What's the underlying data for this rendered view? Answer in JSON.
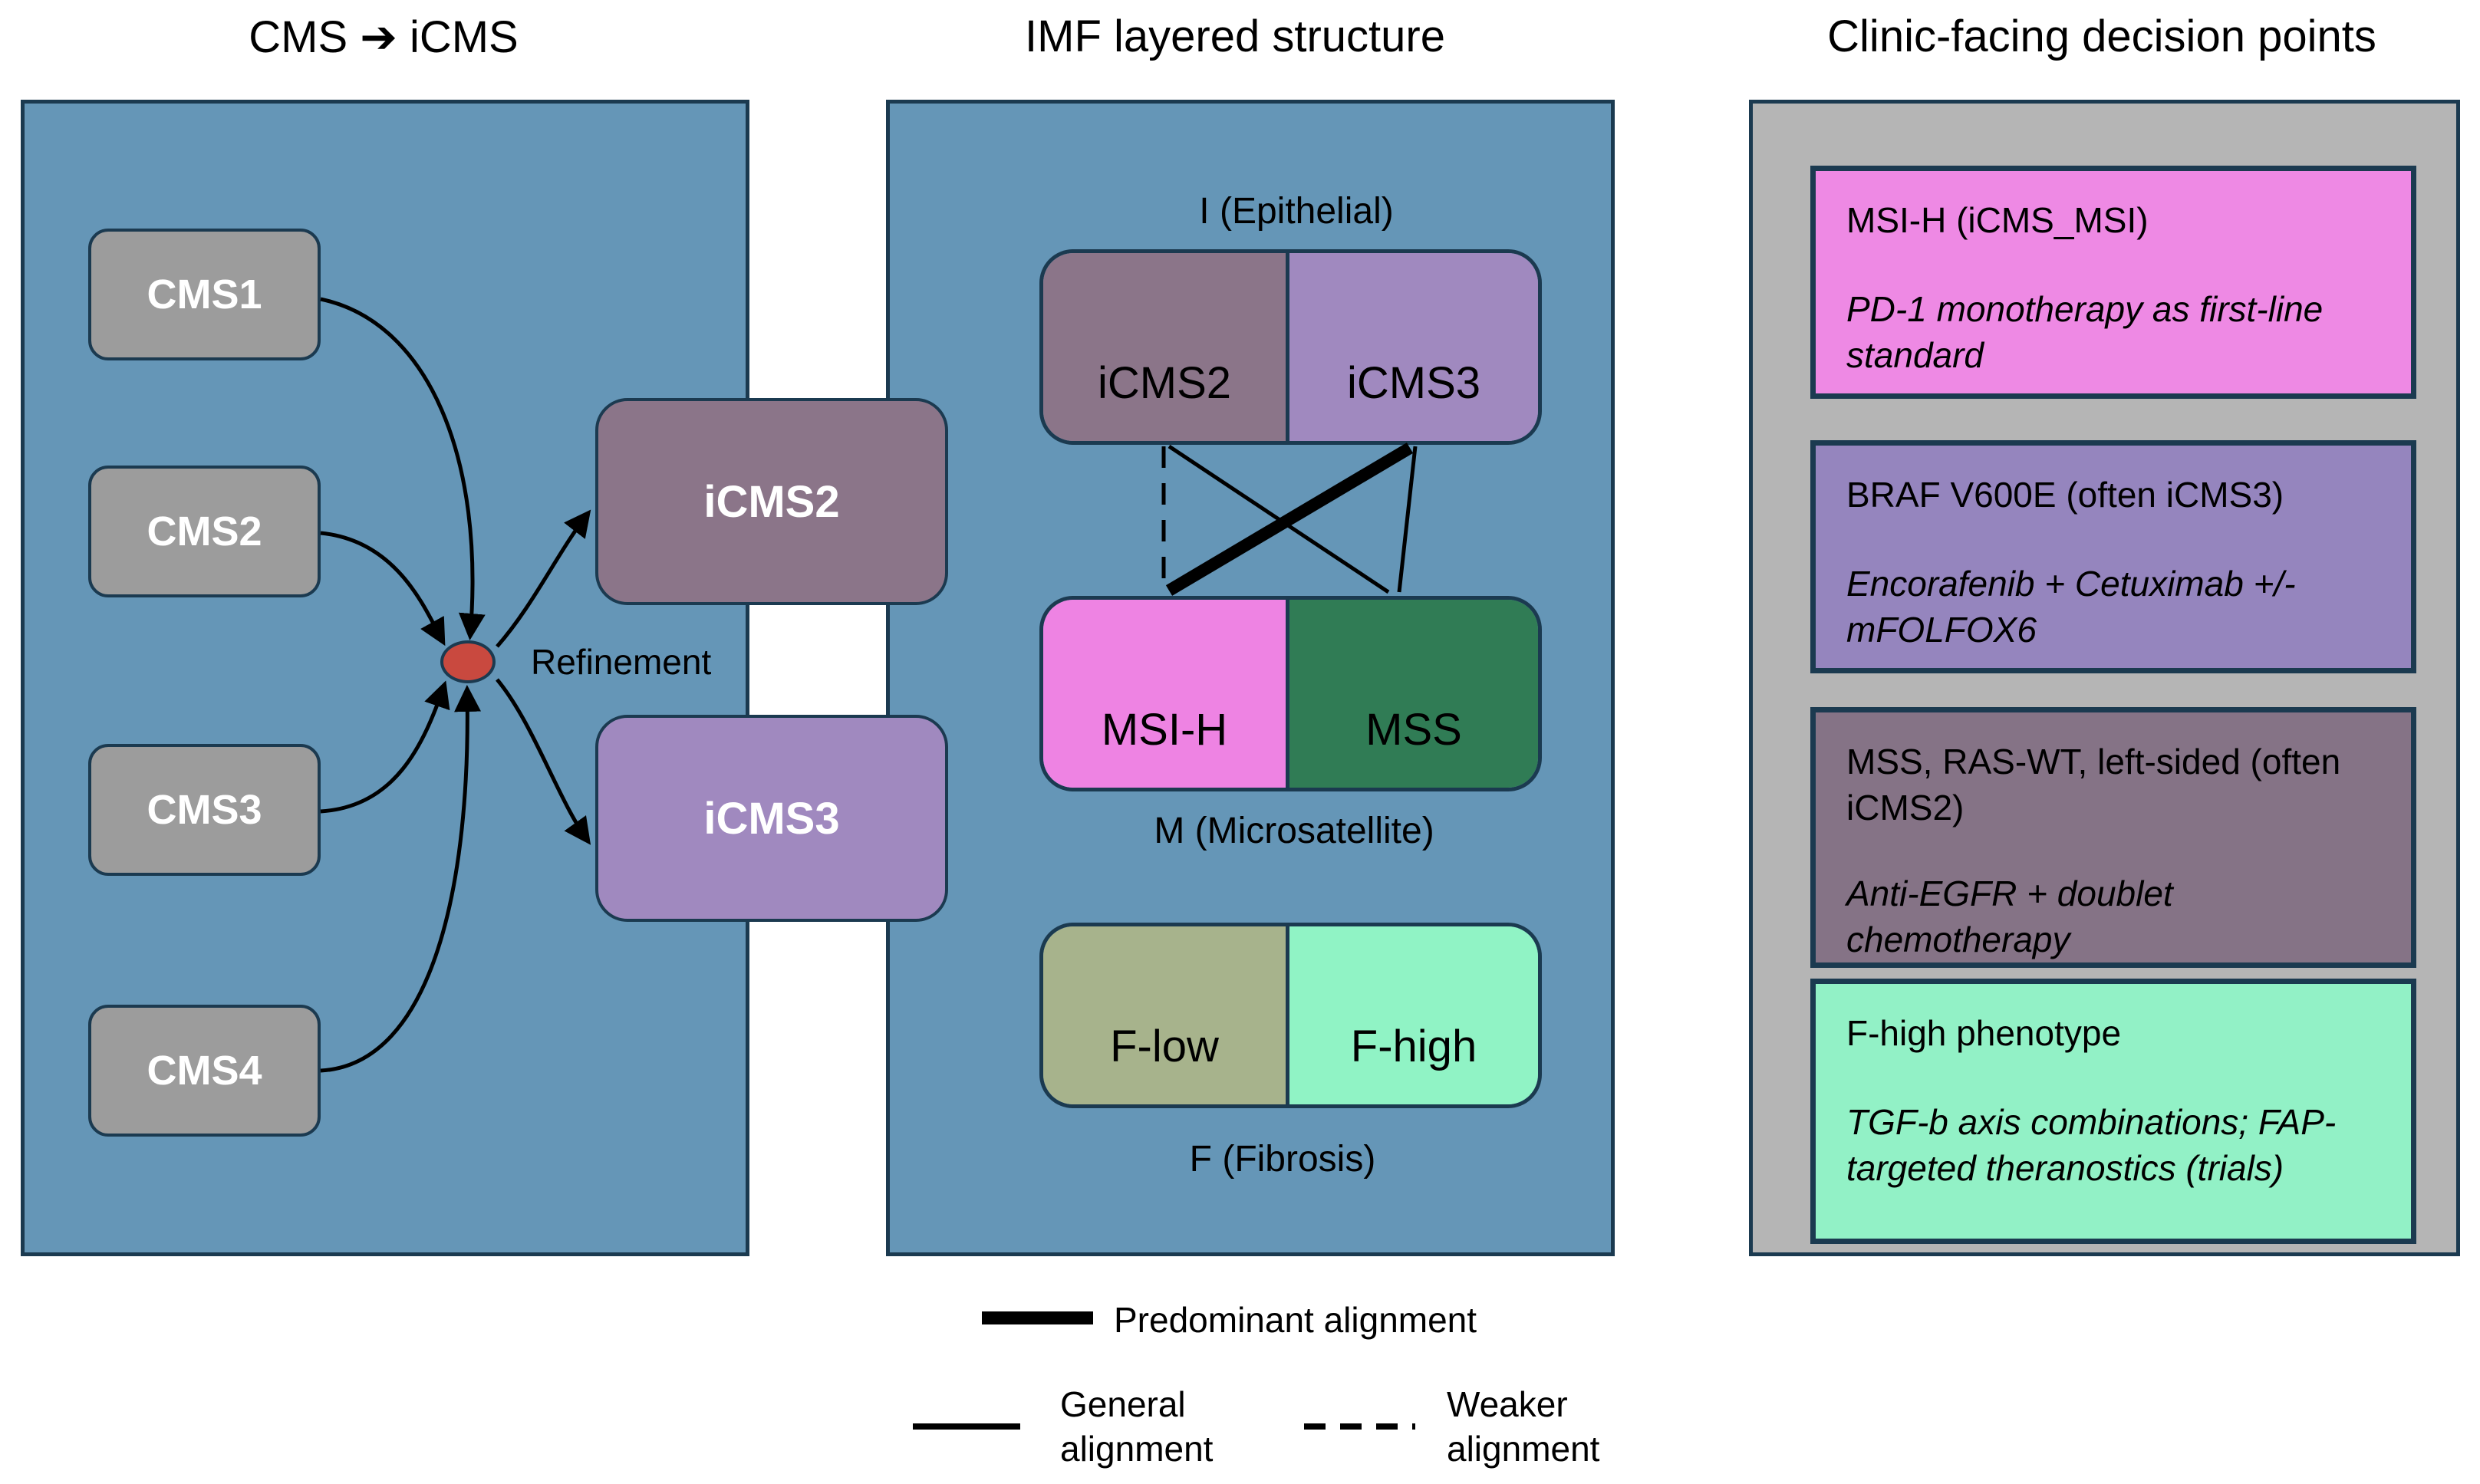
{
  "titles": {
    "left": "CMS ➔ iCMS",
    "middle": "IMF layered structure",
    "right": "Clinic-facing decision points"
  },
  "left_panel": {
    "cms_boxes": [
      "CMS1",
      "CMS2",
      "CMS3",
      "CMS4"
    ],
    "refinement_label": "Refinement",
    "icms2_label": "iCMS2",
    "icms3_label": "iCMS3"
  },
  "middle_panel": {
    "layers": [
      {
        "caption": "I (Epithelial)",
        "left": "iCMS2",
        "right": "iCMS3"
      },
      {
        "caption": "M (Microsatellite)",
        "left": "MSI-H",
        "right": "MSS"
      },
      {
        "caption": "F (Fibrosis)",
        "left": "F-low",
        "right": "F-high"
      }
    ]
  },
  "right_panel": {
    "boxes": [
      {
        "title": "MSI-H (iCMS_MSI)",
        "body": "PD-1 monotherapy as first-line standard"
      },
      {
        "title": "BRAF V600E (often iCMS3)",
        "body": "Encorafenib + Cetuximab +/- mFOLFOX6"
      },
      {
        "title": "MSS, RAS-WT, left-sided (often iCMS2)",
        "body": "Anti-EGFR + doublet chemotherapy"
      },
      {
        "title": "F-high phenotype",
        "body": "TGF-b axis combinations; FAP-targeted theranostics (trials)"
      }
    ]
  },
  "legend": {
    "predominant": "Predominant alignment",
    "general": "General alignment",
    "weaker": "Weaker alignment"
  },
  "colors": {
    "panel_blue": "#6596b7",
    "panel_gray": "#b5b5b5",
    "panel_border": "#1b3a50",
    "cms_gray": "#9c9c9c",
    "refinement_red": "#c9493f",
    "icms2_purple": "#8b7589",
    "icms3_purple": "#a089bf",
    "msi_h_pink": "#ee83e3",
    "mss_green": "#307c55",
    "f_low_khaki": "#a7b38c",
    "f_high_mint": "#90f3c5",
    "decision_pink": "#ee89e4",
    "decision_purple": "#9585be",
    "decision_mauve": "#857386",
    "decision_mint": "#92f1c6"
  }
}
